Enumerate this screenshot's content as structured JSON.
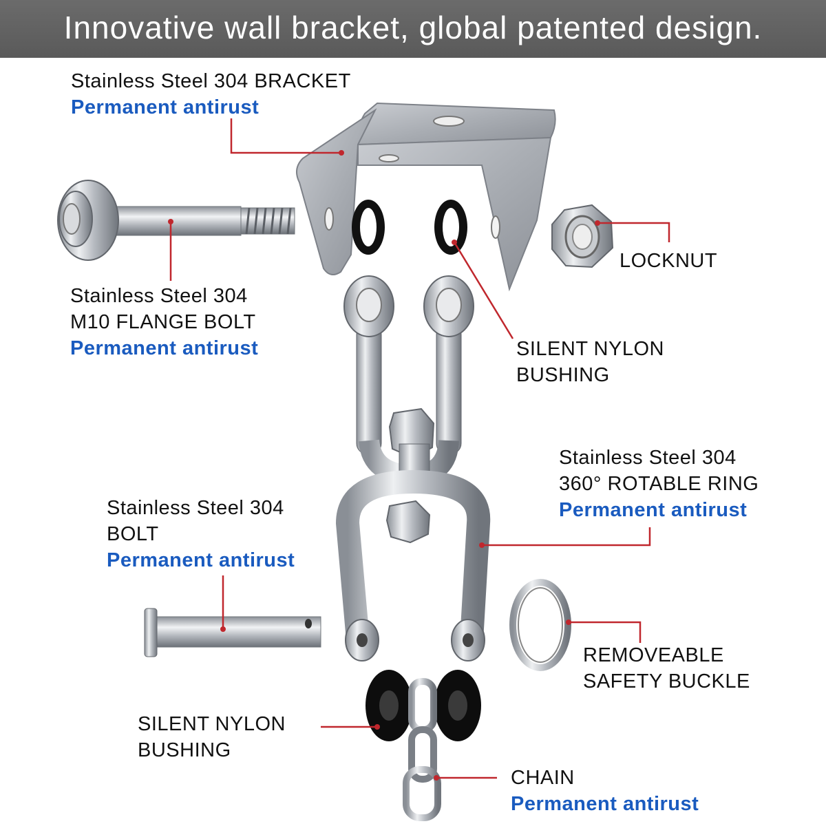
{
  "banner": {
    "title": "Innovative wall bracket, global patented design."
  },
  "colors": {
    "banner": "#5f5f5f",
    "accent_text": "#1a5bbf",
    "leader_line": "#c0272d",
    "steel": "#b8bcc2",
    "nylon": "#111111"
  },
  "labels": {
    "bracket": {
      "line1": "Stainless Steel 304 BRACKET",
      "accent": "Permanent antirust"
    },
    "locknut": {
      "line1": "LOCKNUT"
    },
    "flange_bolt": {
      "line1": "Stainless Steel 304",
      "line2": "M10 FLANGE BOLT",
      "accent": "Permanent antirust"
    },
    "bushing_top": {
      "line1": "SILENT NYLON",
      "line2": "BUSHING"
    },
    "ring": {
      "line1": "Stainless Steel 304",
      "line2": "360° ROTABLE  RING",
      "accent": "Permanent antirust"
    },
    "bolt": {
      "line1": "Stainless Steel 304",
      "line2": "BOLT",
      "accent": "Permanent antirust"
    },
    "buckle": {
      "line1": "REMOVEABLE",
      "line2": "SAFETY BUCKLE"
    },
    "bushing_bottom": {
      "line1": "SILENT NYLON",
      "line2": "BUSHING"
    },
    "chain": {
      "line1": "CHAIN",
      "accent": "Permanent antirust"
    }
  }
}
